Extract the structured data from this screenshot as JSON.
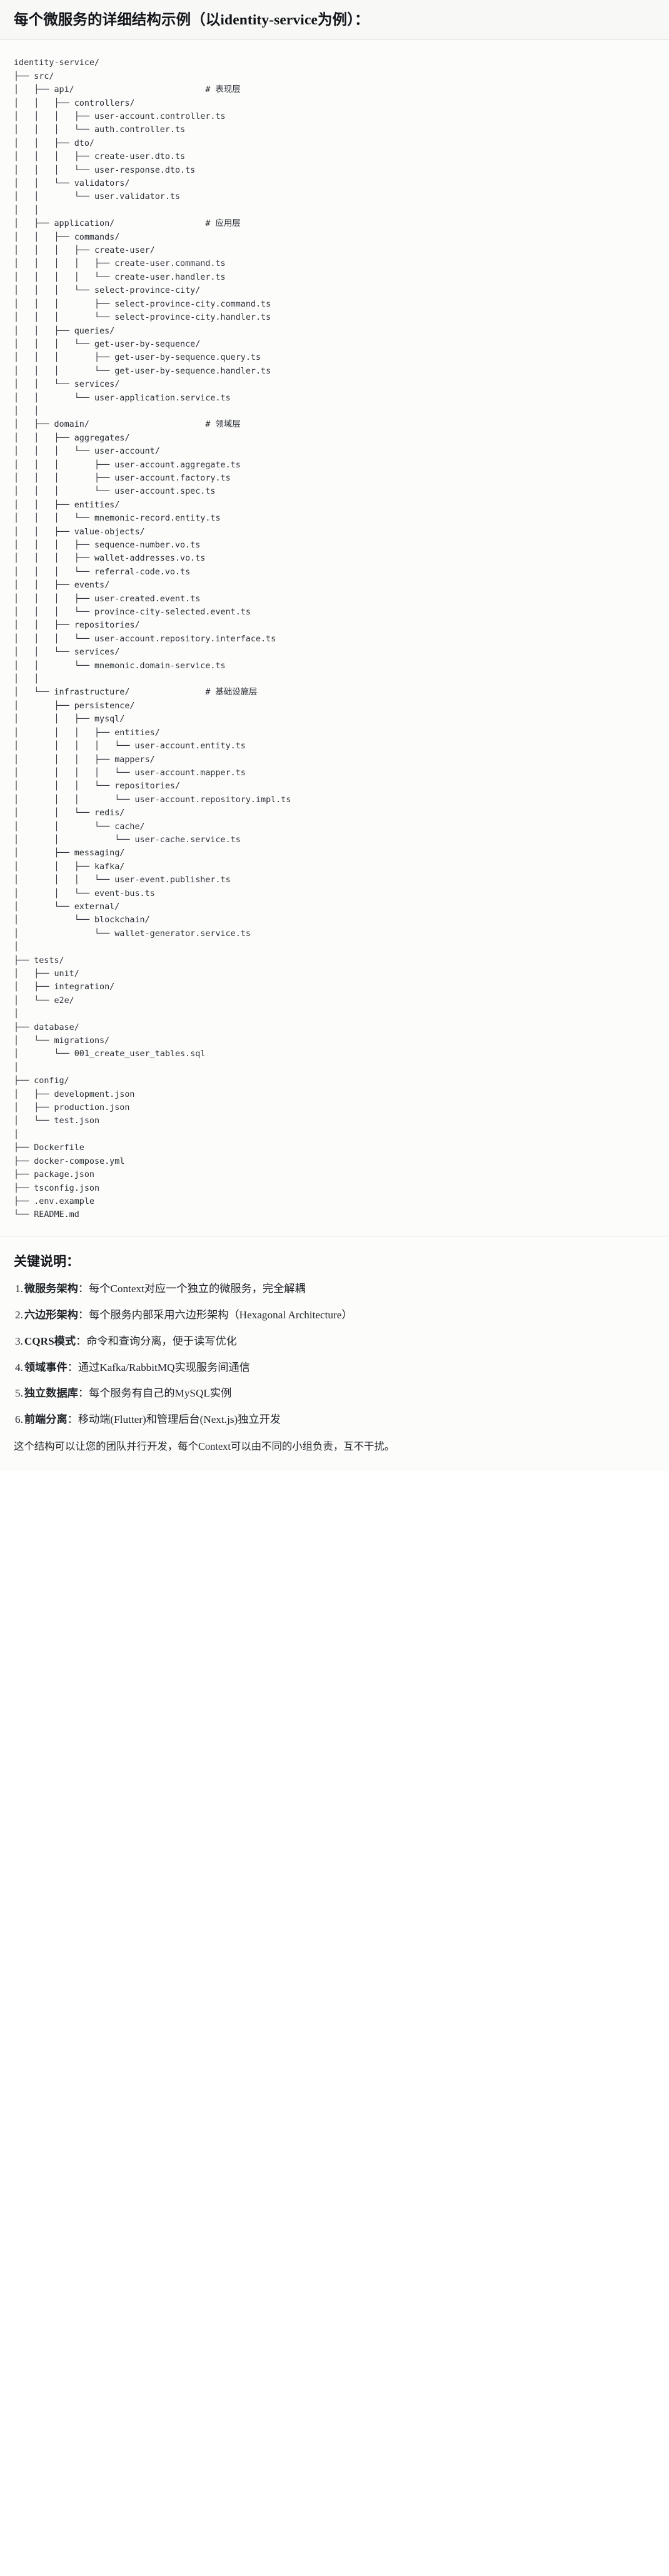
{
  "header": {
    "title": "每个微服务的详细结构示例（以identity-service为例）："
  },
  "tree": {
    "root": "identity-service/",
    "text": "identity-service/\n├── src/\n│   ├── api/                          # 表现层\n│   │   ├── controllers/\n│   │   │   ├── user-account.controller.ts\n│   │   │   └── auth.controller.ts\n│   │   ├── dto/\n│   │   │   ├── create-user.dto.ts\n│   │   │   └── user-response.dto.ts\n│   │   └── validators/\n│   │       └── user.validator.ts\n│   │\n│   ├── application/                  # 应用层\n│   │   ├── commands/\n│   │   │   ├── create-user/\n│   │   │   │   ├── create-user.command.ts\n│   │   │   │   └── create-user.handler.ts\n│   │   │   └── select-province-city/\n│   │   │       ├── select-province-city.command.ts\n│   │   │       └── select-province-city.handler.ts\n│   │   ├── queries/\n│   │   │   └── get-user-by-sequence/\n│   │   │       ├── get-user-by-sequence.query.ts\n│   │   │       └── get-user-by-sequence.handler.ts\n│   │   └── services/\n│   │       └── user-application.service.ts\n│   │\n│   ├── domain/                       # 领域层\n│   │   ├── aggregates/\n│   │   │   └── user-account/\n│   │   │       ├── user-account.aggregate.ts\n│   │   │       ├── user-account.factory.ts\n│   │   │       └── user-account.spec.ts\n│   │   ├── entities/\n│   │   │   └── mnemonic-record.entity.ts\n│   │   ├── value-objects/\n│   │   │   ├── sequence-number.vo.ts\n│   │   │   ├── wallet-addresses.vo.ts\n│   │   │   └── referral-code.vo.ts\n│   │   ├── events/\n│   │   │   ├── user-created.event.ts\n│   │   │   └── province-city-selected.event.ts\n│   │   ├── repositories/\n│   │   │   └── user-account.repository.interface.ts\n│   │   └── services/\n│   │       └── mnemonic.domain-service.ts\n│   │\n│   └── infrastructure/               # 基础设施层\n│       ├── persistence/\n│       │   ├── mysql/\n│       │   │   ├── entities/\n│       │   │   │   └── user-account.entity.ts\n│       │   │   ├── mappers/\n│       │   │   │   └── user-account.mapper.ts\n│       │   │   └── repositories/\n│       │   │       └── user-account.repository.impl.ts\n│       │   └── redis/\n│       │       └── cache/\n│       │           └── user-cache.service.ts\n│       ├── messaging/\n│       │   ├── kafka/\n│       │   │   └── user-event.publisher.ts\n│       │   └── event-bus.ts\n│       └── external/\n│           └── blockchain/\n│               └── wallet-generator.service.ts\n│\n├── tests/\n│   ├── unit/\n│   ├── integration/\n│   └── e2e/\n│\n├── database/\n│   └── migrations/\n│       └── 001_create_user_tables.sql\n│\n├── config/\n│   ├── development.json\n│   ├── production.json\n│   └── test.json\n│\n├── Dockerfile\n├── docker-compose.yml\n├── package.json\n├── tsconfig.json\n├── .env.example\n└── README.md",
    "comments": [
      "# 表现层",
      "# 应用层",
      "# 领域层",
      "# 基础设施层"
    ]
  },
  "notes": {
    "title": "关键说明：",
    "items": [
      {
        "num": "1.",
        "term": "微服务架构",
        "sep": "：",
        "desc": "每个Context对应一个独立的微服务，完全解耦"
      },
      {
        "num": "2.",
        "term": "六边形架构",
        "sep": "：",
        "desc": "每个服务内部采用六边形架构（Hexagonal Architecture）"
      },
      {
        "num": "3.",
        "term": "CQRS模式",
        "sep": "：",
        "desc": "命令和查询分离，便于读写优化"
      },
      {
        "num": "4.",
        "term": "领域事件",
        "sep": "：",
        "desc": "通过Kafka/RabbitMQ实现服务间通信"
      },
      {
        "num": "5.",
        "term": "独立数据库",
        "sep": "：",
        "desc": "每个服务有自己的MySQL实例"
      },
      {
        "num": "6.",
        "term": "前端分离",
        "sep": "：",
        "desc": "移动端(Flutter)和管理后台(Next.js)独立开发"
      }
    ],
    "closing": "这个结构可以让您的团队并行开发，每个Context可以由不同的小组负责，互不干扰。"
  }
}
